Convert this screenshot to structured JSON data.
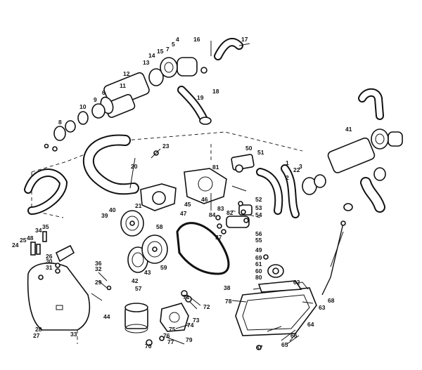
{
  "diagram": {
    "callouts": [
      "1",
      "2",
      "3",
      "4",
      "5",
      "6",
      "7",
      "8",
      "9",
      "10",
      "11",
      "12",
      "13",
      "14",
      "15",
      "16",
      "17",
      "18",
      "19",
      "20",
      "21",
      "22",
      "23",
      "24",
      "25",
      "26",
      "27",
      "28",
      "29",
      "30",
      "31",
      "32",
      "33",
      "34",
      "35",
      "36",
      "37",
      "38",
      "39",
      "40",
      "41",
      "42",
      "43",
      "44",
      "45",
      "46",
      "47",
      "48",
      "49",
      "50",
      "51",
      "52",
      "53",
      "54",
      "55",
      "56",
      "57",
      "58",
      "59",
      "60",
      "61",
      "62",
      "63",
      "64",
      "65",
      "66",
      "67",
      "68",
      "69",
      "70",
      "71",
      "72",
      "73",
      "74",
      "75",
      "76",
      "77",
      "78",
      "79",
      "80",
      "81",
      "82",
      "83",
      "84"
    ]
  }
}
